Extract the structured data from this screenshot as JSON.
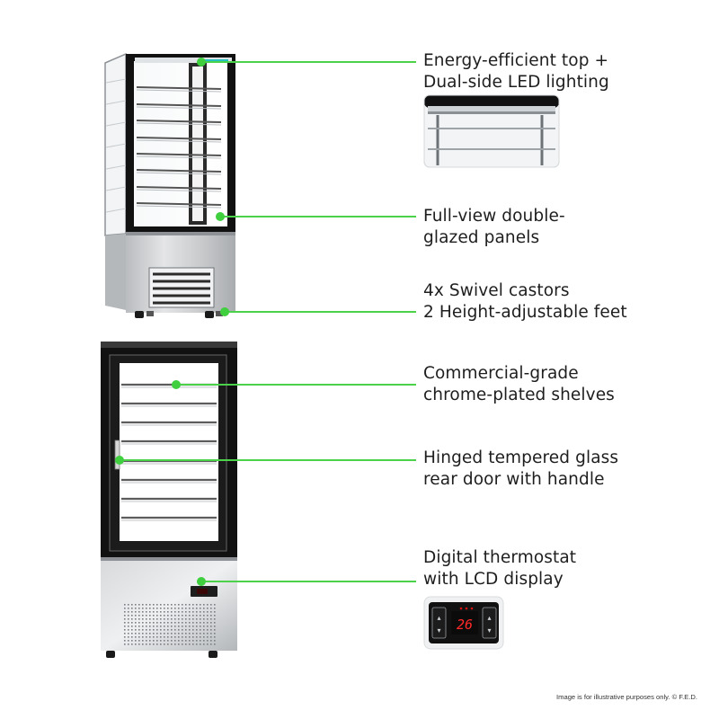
{
  "features": [
    {
      "id": "top",
      "lines": [
        "Energy-efficient top +",
        "Dual-side LED lighting"
      ]
    },
    {
      "id": "panels",
      "lines": [
        "Full-view double-",
        "glazed panels"
      ]
    },
    {
      "id": "castors",
      "lines": [
        "4x Swivel castors",
        "2 Height-adjustable feet"
      ]
    },
    {
      "id": "shelves",
      "lines": [
        "Commercial-grade",
        "chrome-plated shelves"
      ]
    },
    {
      "id": "door",
      "lines": [
        "Hinged tempered glass",
        "rear door with handle"
      ]
    },
    {
      "id": "thermostat",
      "lines": [
        "Digital thermostat",
        "with LCD display"
      ]
    }
  ],
  "thermostat_display": {
    "reading": "26"
  },
  "footer_note": "Image is for illustrative purposes only. © F.E.D.",
  "colors": {
    "accent": "#3fcf3f",
    "steel": "#c9cbcd",
    "frame": "#111111"
  }
}
